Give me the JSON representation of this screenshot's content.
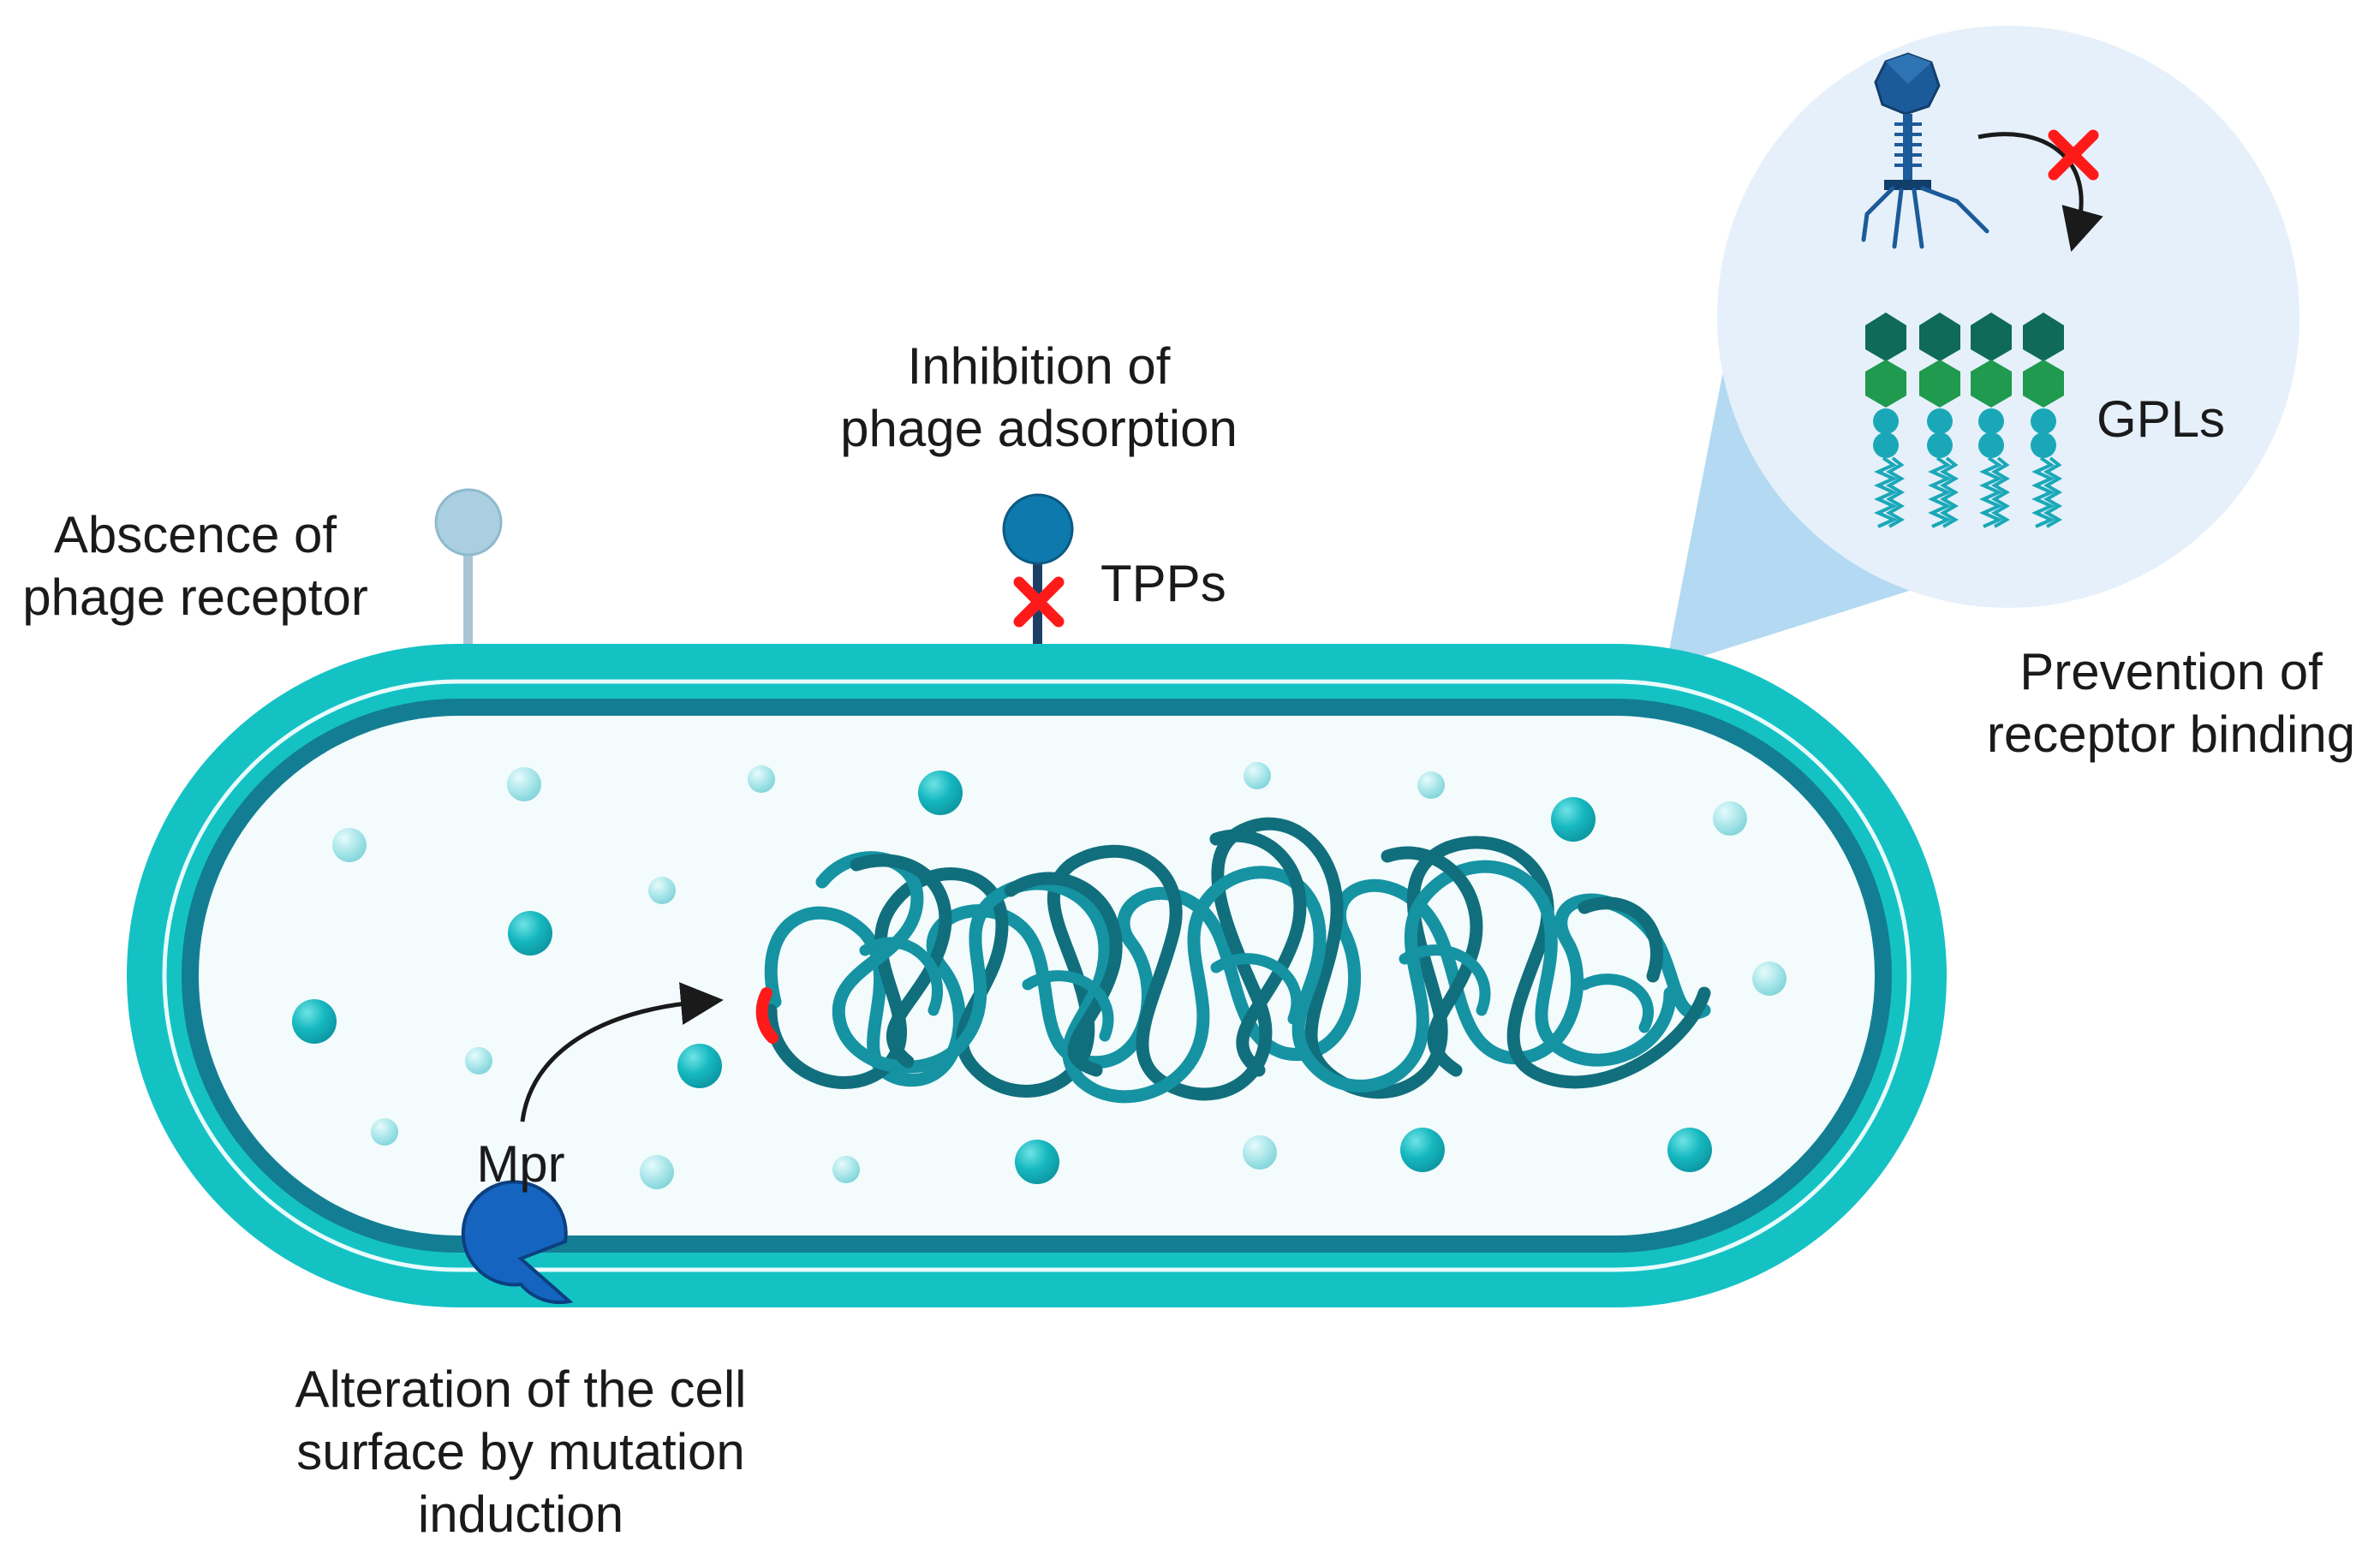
{
  "labels": {
    "absence_line1": "Abscence of",
    "absence_line2": "phage receptor",
    "inhibition_line1": "Inhibition of",
    "inhibition_line2": "phage adsorption",
    "tpps": "TPPs",
    "prevention_line1": "Prevention of",
    "prevention_line2": "receptor binding",
    "gpls": "GPLs",
    "mpr": "Mpr",
    "alteration_line1": "Alteration of the cell",
    "alteration_line2": "surface by mutation",
    "alteration_line3": "induction"
  },
  "colors": {
    "cell_wall": "#14c2c4",
    "cell_inner_membrane": "#137e93",
    "cytoplasm": "#f3fbfc",
    "dna": "#116f7d",
    "dna_light": "#1593a3",
    "mpr_protein": "#1565c0",
    "receptor_absent": "#a9cfe0",
    "receptor_tpp": "#0e79ac",
    "block_mark": "#ff1a1a",
    "zoom_bubble": "#e6f0fa",
    "zoom_cone": "#b3daf2",
    "gpl_dark": "#0f6a5a",
    "gpl_green": "#1f9a4e",
    "gpl_lipid": "#1aa8b8",
    "phage": "#1c5b9a"
  }
}
